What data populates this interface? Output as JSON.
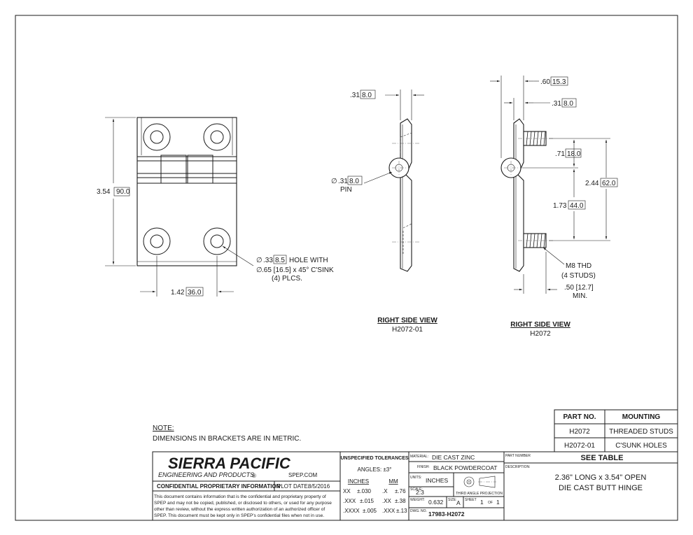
{
  "drawing": {
    "front": {
      "height_dim": "3.54",
      "height_dim_mm": "90.0",
      "spacing_dim": "1.42",
      "spacing_dim_mm": "36.0",
      "hole_note_1_dia": ".33",
      "hole_note_1_mm": "8.5",
      "hole_note_1_text": "HOLE WITH",
      "hole_note_2": ".65 [16.5] x 45° C'SINK",
      "hole_note_3": "(4) PLCS.",
      "dia_symbol": "∅"
    },
    "view1": {
      "thickness_dim": ".31",
      "thickness_dim_mm": "8.0",
      "pin_dia": ".31",
      "pin_dia_mm": "8.0",
      "pin_label": "PIN",
      "title": "RIGHT SIDE VIEW",
      "part": "H2072-01"
    },
    "view2": {
      "overall_dim": ".60",
      "overall_dim_mm": "15.3",
      "thickness_dim": ".31",
      "thickness_dim_mm": "8.0",
      "dim_71": ".71",
      "dim_71_mm": "18.0",
      "dim_244": "2.44",
      "dim_244_mm": "62.0",
      "dim_173": "1.73",
      "dim_173_mm": "44.0",
      "thread_label": "M8 THD",
      "thread_sub": "(4 STUDS)",
      "stud_len": ".50 [12.7]",
      "stud_min": "MIN.",
      "title": "RIGHT SIDE VIEW",
      "part": "H2072"
    }
  },
  "note": {
    "heading": "NOTE:",
    "text": "DIMENSIONS IN BRACKETS ARE IN METRIC."
  },
  "part_table": {
    "headers": [
      "PART NO.",
      "MOUNTING"
    ],
    "rows": [
      [
        "H2072",
        "THREADED STUDS"
      ],
      [
        "H2072-01",
        "C'SUNK HOLES"
      ]
    ]
  },
  "title_block": {
    "company": "SIERRA PACIFIC",
    "company_sub": "ENGINEERING AND PRODUCTS",
    "registered": "®",
    "website": "SPEP.COM",
    "confidential_title": "CONFIDENTIAL PROPRIETARY INFORMATION",
    "plot_label": "PLOT DATE:",
    "plot_date": "8/5/2016",
    "confidential_lines": [
      "This document contains information that is the confidential and proprietary property of",
      "SPEP and may not be copied, published, or disclosed to others, or used for any purpose",
      "other than review, without the express written authorization of an authorized officer of",
      "SPEP. This document must be kept only in SPEP's confidential files when not in use."
    ],
    "tolerances_title": "UNSPECIFIED TOLERANCES",
    "angles": "ANGLES: ±3°",
    "inches_header": "INCHES",
    "mm_header": "MM",
    "tol_rows": [
      [
        "XX",
        "±.030",
        ".X",
        "±.76"
      ],
      [
        ".XXX",
        "±.015",
        ".XX",
        "±.38"
      ],
      [
        ".XXXX",
        "±.005",
        ".XXX",
        "±.13"
      ]
    ],
    "material_label": "MATERIAL:",
    "material": "DIE CAST ZINC",
    "finish_label": "FINISH:",
    "finish": "BLACK POWDERCOAT",
    "units_label": "UNITS:",
    "units": "INCHES",
    "projection_label": "THIRD ANGLE PROJECTION",
    "scale_label": "SCALE:",
    "scale": "2:3",
    "weight_label": "WEIGHT:",
    "weight": "0.632",
    "size_label": "SIZE:",
    "size": "A",
    "sheet_label": "SHEET",
    "sheet_no": "1",
    "sheet_of": "OF",
    "sheet_total": "1",
    "dwg_label": "DWG. NO.",
    "dwg_no": "17983-H2072",
    "part_number_label": "PART NUMBER",
    "part_number": "SEE TABLE",
    "description_label": "DESCRIPTION:",
    "description_lines": [
      "2.36\" LONG x 3.54\" OPEN",
      "DIE CAST BUTT HINGE"
    ]
  }
}
